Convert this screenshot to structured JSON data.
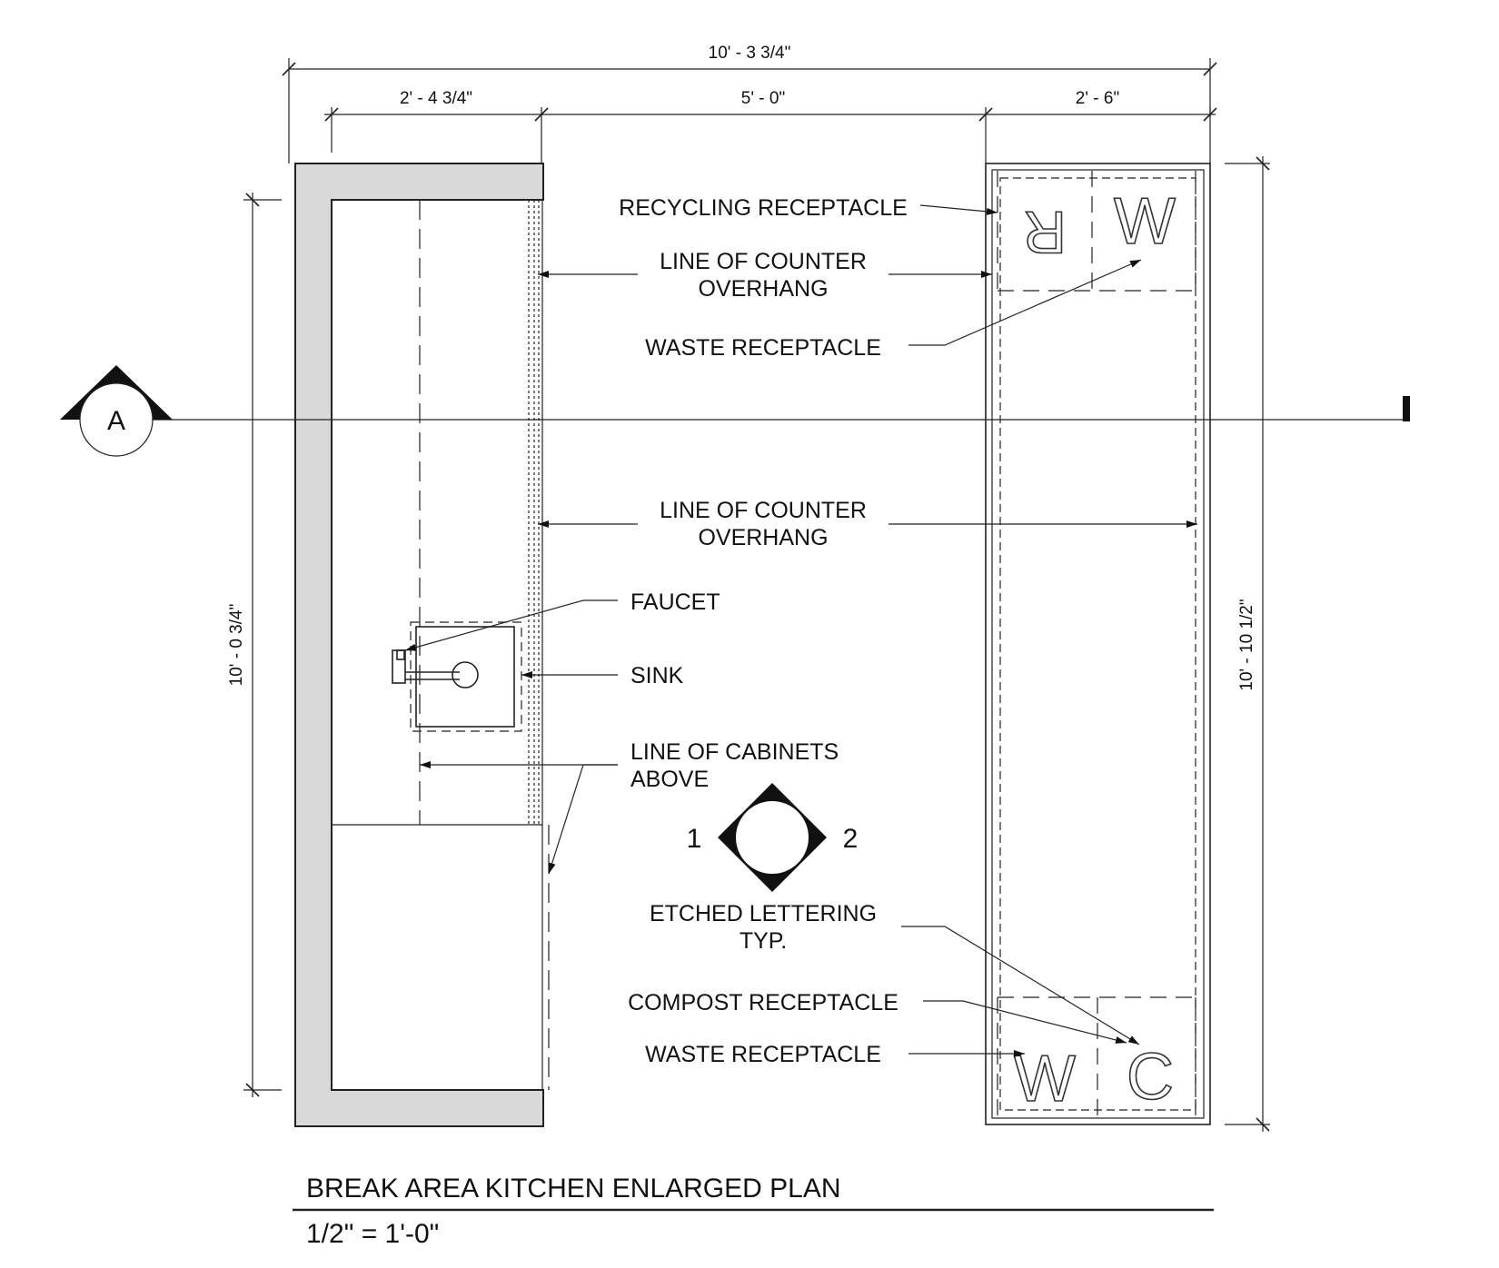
{
  "dimensions": {
    "overall_width": "10' - 3 3/4\"",
    "seg_left": "2' - 4 3/4\"",
    "seg_middle": "5' - 0\"",
    "seg_right": "2' - 6\"",
    "left_height": "10' - 0 3/4\"",
    "right_height": "10' - 10 1/2\""
  },
  "notes": {
    "recycling": "RECYCLING RECEPTACLE",
    "overhang_top": [
      "LINE OF COUNTER",
      "OVERHANG"
    ],
    "waste_top": "WASTE RECEPTACLE",
    "overhang_mid": [
      "LINE OF COUNTER",
      "OVERHANG"
    ],
    "faucet": "FAUCET",
    "sink": "SINK",
    "cabinets": [
      "LINE OF CABINETS",
      "ABOVE"
    ],
    "etched": [
      "ETCHED LETTERING",
      "TYP."
    ],
    "compost": "COMPOST RECEPTACLE",
    "waste_bottom": "WASTE RECEPTACLE"
  },
  "etched_letters": {
    "top_left": "R",
    "top_right": "W",
    "bottom_left": "W",
    "bottom_right": "C"
  },
  "section_marker": "A",
  "elevation_marker": {
    "left": "1",
    "right": "2"
  },
  "title": "BREAK AREA KITCHEN ENLARGED PLAN",
  "scale": "1/2\" = 1'-0\""
}
